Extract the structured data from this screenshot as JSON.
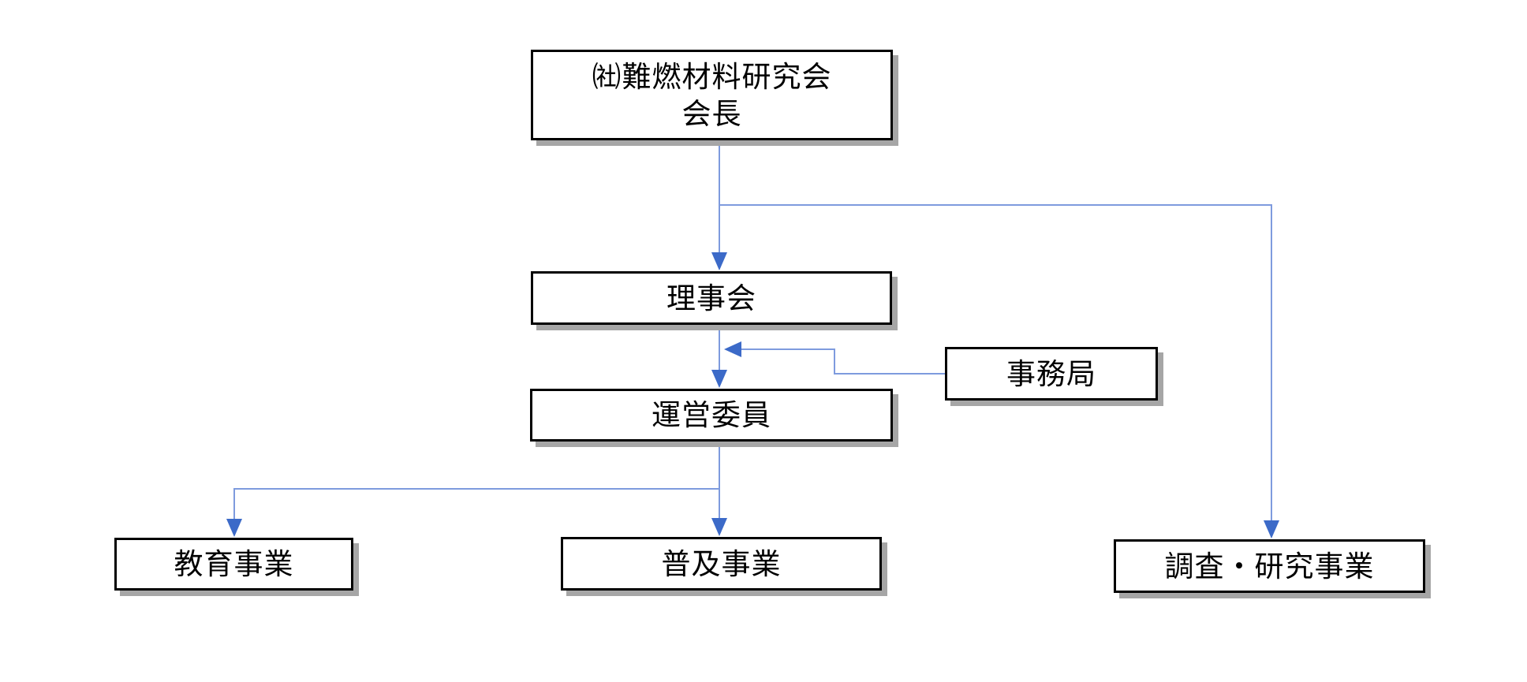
{
  "diagram": {
    "type": "org-chart",
    "title": "",
    "colors": {
      "background": "#ffffff",
      "box_fill": "#ffffff",
      "box_border": "#000000",
      "box_shadow": "#a6a6a6",
      "line": "#7e9bde",
      "arrow": "#3c6ac8",
      "text": "#000000"
    },
    "nodes": {
      "chairman": {
        "label_line1": "㈳難燃材料研究会",
        "label_line2": "会長"
      },
      "board": {
        "label": "理事会"
      },
      "steering": {
        "label": "運営委員"
      },
      "secretariat": {
        "label": "事務局"
      },
      "education": {
        "label": "教育事業"
      },
      "dissemination": {
        "label": "普及事業"
      },
      "research": {
        "label": "調査・研究事業"
      }
    },
    "edges": [
      {
        "from": "chairman",
        "to": "board",
        "style": "arrow-down"
      },
      {
        "from": "chairman",
        "to": "research",
        "style": "arrow-down-elbow"
      },
      {
        "from": "board",
        "to": "steering",
        "style": "arrow-down"
      },
      {
        "from": "secretariat",
        "to": "board-steering-connector",
        "style": "arrow-left-elbow"
      },
      {
        "from": "steering",
        "to": "dissemination",
        "style": "arrow-down"
      },
      {
        "from": "steering",
        "to": "education",
        "style": "arrow-down-elbow"
      }
    ]
  }
}
